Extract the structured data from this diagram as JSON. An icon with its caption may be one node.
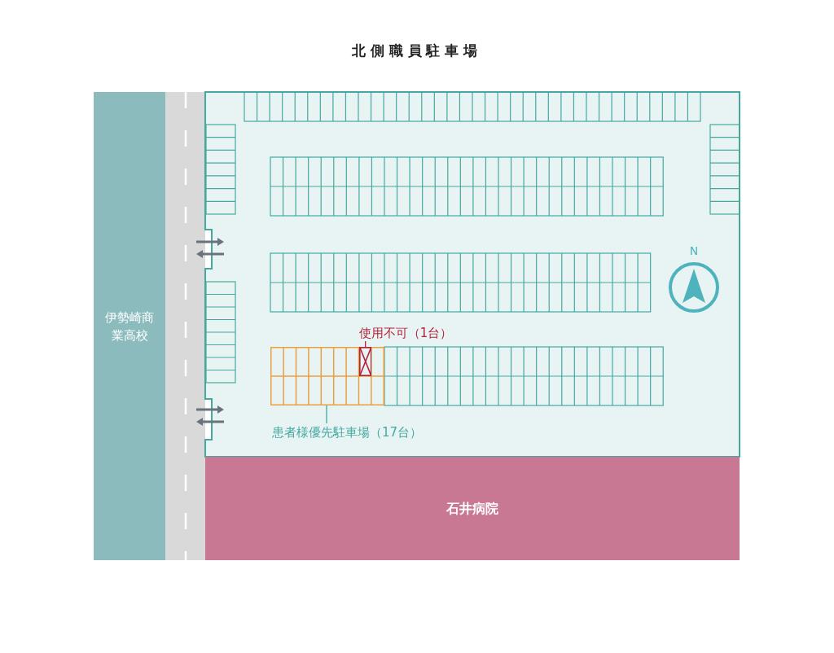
{
  "diagram": {
    "title": "北側職員駐車場",
    "nodes": [
      {
        "text": [
          "伊勢崎商業高校"
        ]
      },
      {
        "text": [
          "使用不可（1台）"
        ]
      },
      {
        "text": [],
        "shape": "box"
      },
      {
        "text": [],
        "shape": "box",
        "in": 2
      },
      {
        "text": [
          "患者様優先駐車場（17台）"
        ]
      },
      {
        "text": [
          "石井病院"
        ]
      }
    ],
    "edges": [
      {
        "from": 1,
        "to": 3,
        "arrow": "none",
        "color": "#b5213a"
      },
      {
        "from": 4,
        "to": 2,
        "arrow": "none",
        "color": "#45a8a0"
      }
    ],
    "labels": [
      "N"
    ]
  }
}
